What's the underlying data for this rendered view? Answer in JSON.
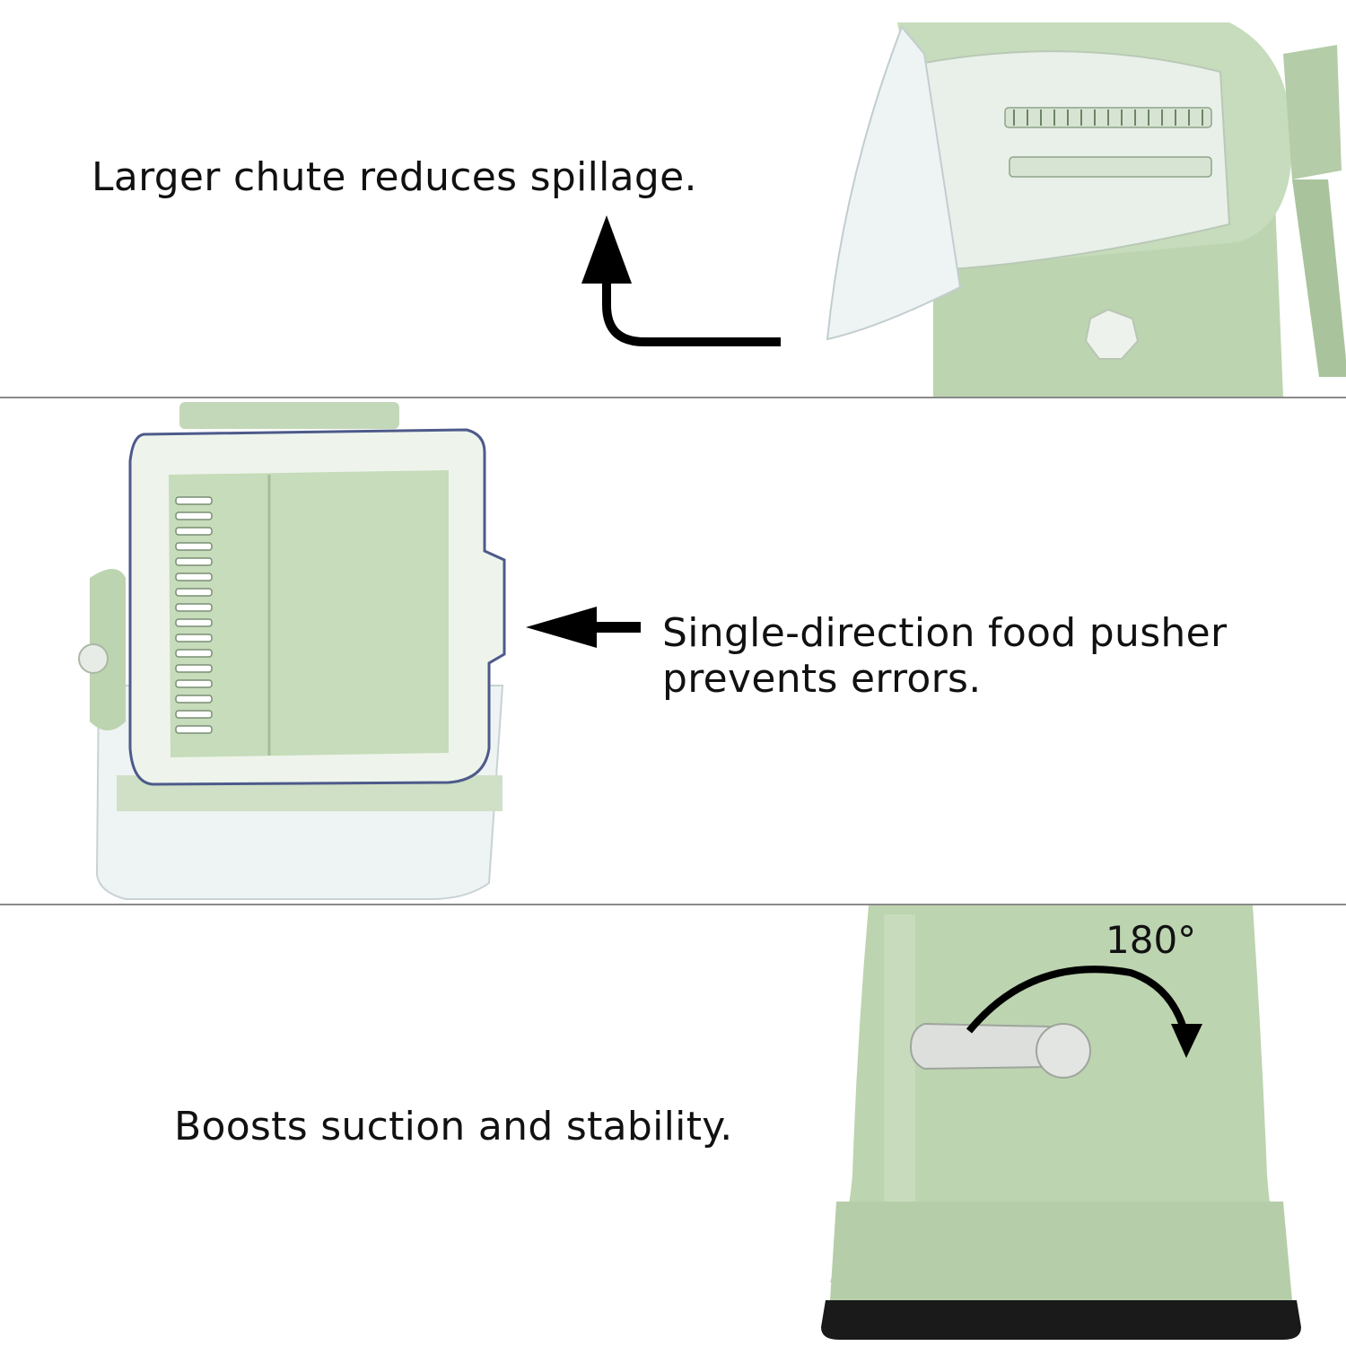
{
  "features": [
    {
      "caption": "Larger chute reduces spillage."
    },
    {
      "caption_line1": "Single-direction food pusher",
      "caption_line2": "prevents errors."
    },
    {
      "caption": "Boosts suction and stability."
    }
  ],
  "rotation_label": "180°",
  "colors": {
    "product_green": "#bcd4b0",
    "product_green_dark": "#9fbd93",
    "clear_plastic": "#e6eef0",
    "arrow": "#000000",
    "divider": "#8a8a8a"
  }
}
